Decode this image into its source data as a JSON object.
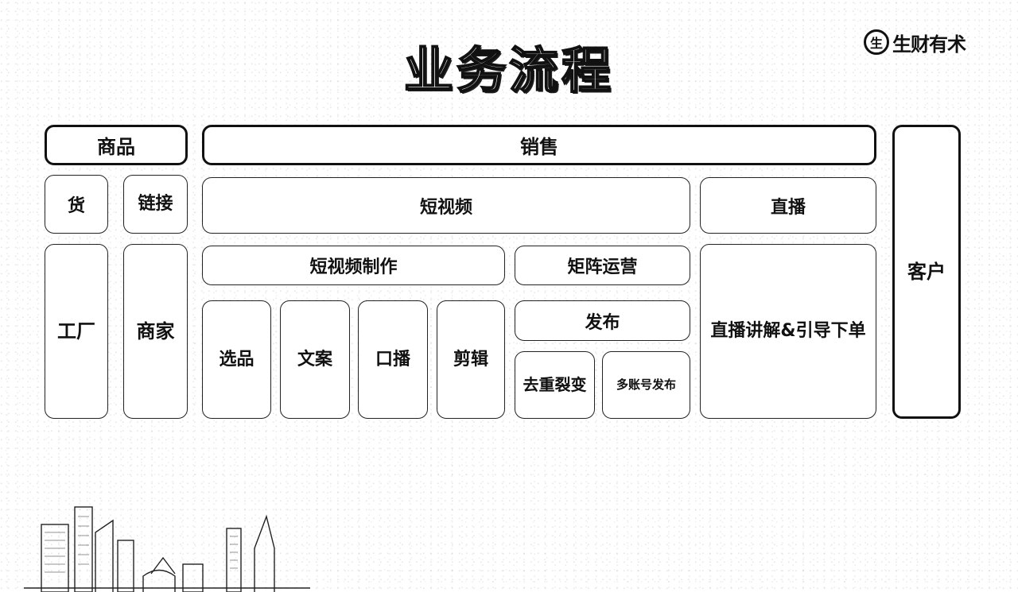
{
  "title": "业务流程",
  "logo": {
    "mark": "生",
    "text": "生财有术",
    "icon": "logo-badge-icon"
  },
  "headers": {
    "goods": "商品",
    "sales": "销售"
  },
  "goods": {
    "huo": "货",
    "link": [
      "链",
      "接"
    ],
    "factory": [
      "工",
      "厂"
    ],
    "merchant": [
      "商",
      "家"
    ]
  },
  "sales": {
    "short_video": "短视频",
    "live": "直播",
    "production": "短视频制作",
    "matrix": "矩阵运营",
    "steps": {
      "select": [
        "选",
        "品"
      ],
      "copy": [
        "文",
        "案"
      ],
      "voice": [
        "口",
        "播"
      ],
      "edit": [
        "剪",
        "辑"
      ]
    },
    "publish": "发布",
    "dedup": [
      "去重",
      "裂变"
    ],
    "multi": [
      "多账号",
      "发布"
    ],
    "live_detail": [
      "直播讲解",
      "&",
      "引导下单"
    ]
  },
  "customer": [
    "客",
    "户"
  ],
  "colors": {
    "ink": "#111111",
    "background": "#ffffff"
  }
}
